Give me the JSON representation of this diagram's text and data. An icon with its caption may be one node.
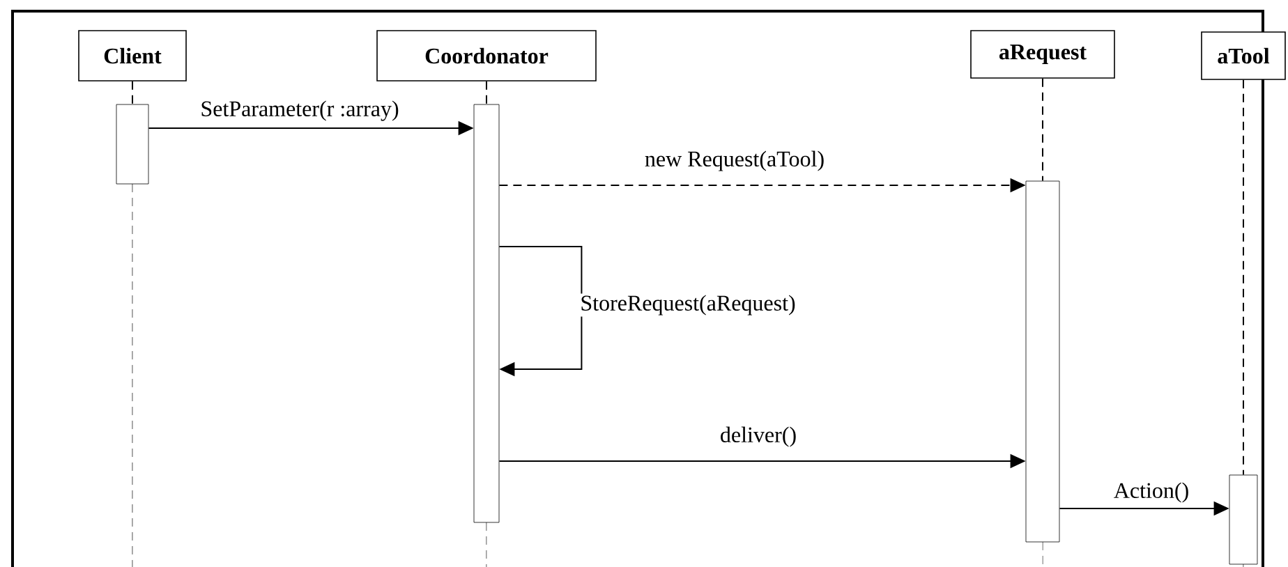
{
  "diagram": {
    "nodes": [
      {
        "text": [
          "Client"
        ]
      },
      {
        "text": [
          "Coordonator"
        ]
      },
      {
        "text": [
          "aRequest"
        ]
      },
      {
        "text": [
          "aTool"
        ]
      },
      {
        "text": [],
        "shape": "bar"
      },
      {
        "text": [],
        "shape": "bar"
      },
      {
        "text": [],
        "shape": "bar"
      },
      {
        "text": [],
        "shape": "bar"
      }
    ],
    "edges": [
      {
        "from": 0,
        "to": 4,
        "arrow": "none",
        "style": "dashed"
      },
      {
        "from": 1,
        "to": 5,
        "arrow": "none",
        "style": "dashed"
      },
      {
        "from": 2,
        "to": 6,
        "arrow": "none",
        "style": "dashed"
      },
      {
        "from": 3,
        "to": 7,
        "arrow": "none",
        "style": "dashed"
      },
      {
        "from": 4,
        "to": 5,
        "arrow": "to",
        "label": "SetParameter(r :array)"
      },
      {
        "from": 5,
        "to": 6,
        "arrow": "to",
        "style": "dashed",
        "label": "new Request(aTool)"
      },
      {
        "from": 5,
        "to": 5,
        "arrow": "to",
        "label": "StoreRequest(aRequest)"
      },
      {
        "from": 5,
        "to": 6,
        "arrow": "to",
        "label": "deliver()"
      },
      {
        "from": 6,
        "to": 7,
        "arrow": "to",
        "label": "Action()"
      }
    ]
  }
}
